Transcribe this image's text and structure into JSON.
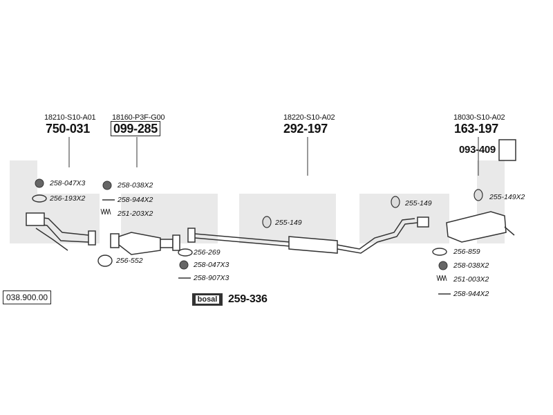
{
  "catalog_number": "038.900.00",
  "watermark": "bosal",
  "main_parts": [
    {
      "oem": "18210-S10-A01",
      "code": "750-031",
      "boxed": false
    },
    {
      "oem": "18160-P3F-G00",
      "code": "099-285",
      "boxed": true
    },
    {
      "oem": "18220-S10-A02",
      "code": "292-197",
      "boxed": false
    },
    {
      "oem": "18030-S10-A02",
      "code": "163-197",
      "boxed": false
    }
  ],
  "bracket_code": "093-409",
  "mounting_kit": {
    "logo": "bosal",
    "code": "259-336"
  },
  "small_parts": [
    "258-047X3",
    "256-193X2",
    "258-038X2",
    "258-944X2",
    "251-203X2",
    "256-552",
    "256-269",
    "258-047X3",
    "258-907X3",
    "255-149",
    "255-149",
    "255-149X2",
    "256-859",
    "258-038X2",
    "251-003X2",
    "258-944X2"
  ]
}
